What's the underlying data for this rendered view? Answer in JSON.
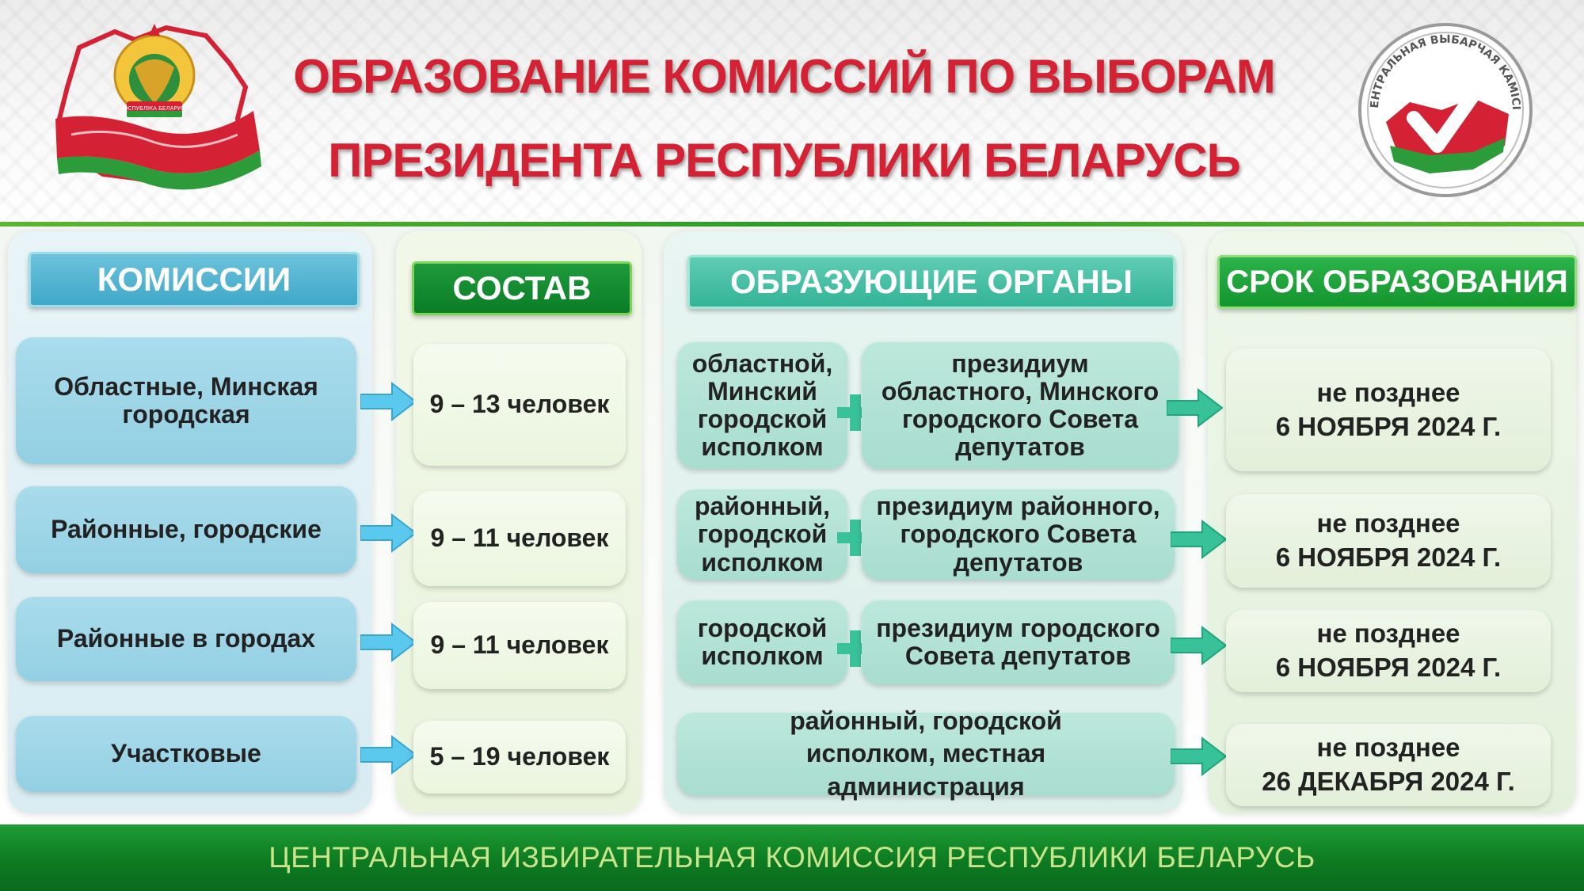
{
  "header": {
    "title_line1": "ОБРАЗОВАНИЕ КОМИССИЙ ПО ВЫБОРАМ",
    "title_line2": "ПРЕЗИДЕНТА РЕСПУБЛИКИ БЕЛАРУСЬ",
    "emblem_text": "РЭСПУБЛІКА БЕЛАРУСЬ",
    "logo_text": "ЦЕНТРАЛЬНАЯ ВЫБАРЧАЯ КАМІСІЯ"
  },
  "columns": {
    "komissii": "КОМИССИИ",
    "sostav": "СОСТАВ",
    "organy": "ОБРАЗУЮЩИЕ ОРГАНЫ",
    "srok": "СРОК ОБРАЗОВАНИЯ"
  },
  "rows": [
    {
      "komissiya": "Областные, Минская городская",
      "sostav": "9 – 13 человек",
      "ispolkom": "областной, Минский городской исполком",
      "sovet": "президиум областного, Минского городского Совета депутатов",
      "srok_line1": "не позднее",
      "srok_line2": "6 НОЯБРЯ 2024 Г."
    },
    {
      "komissiya": "Районные, городские",
      "sostav": "9 – 11 человек",
      "ispolkom": "районный, городской исполком",
      "sovet": "президиум районного, городского Совета депутатов",
      "srok_line1": "не позднее",
      "srok_line2": "6 НОЯБРЯ 2024 Г."
    },
    {
      "komissiya": "Районные в городах",
      "sostav": "9 – 11 человек",
      "ispolkom": "городской исполком",
      "sovet": "президиум городского Совета депутатов",
      "srok_line1": "не позднее",
      "srok_line2": "6 НОЯБРЯ 2024 Г."
    },
    {
      "komissiya": "Участковые",
      "sostav": "5 – 19 человек",
      "organ": "районный, городской исполком, местная администрация",
      "srok_line1": "не позднее",
      "srok_line2": "26 ДЕКАБРЯ 2024 Г."
    }
  ],
  "footer": {
    "text": "ЦЕНТРАЛЬНАЯ ИЗБИРАТЕЛЬНАЯ КОМИССИЯ РЕСПУБЛИКИ БЕЛАРУСЬ"
  },
  "colors": {
    "title_red": "#d42133",
    "header_green": "#0a7d26",
    "header_blue": "#3fa7c8",
    "header_teal": "#33b397",
    "arrow_blue": "#5bc8ee",
    "arrow_teal": "#37c29a",
    "footer_green": "#0d7b22",
    "footer_text": "#c9e48a"
  },
  "icons": {
    "left": "state-emblem-belarus-icon",
    "right": "central-election-commission-logo-icon",
    "arrow": "arrow-right-icon",
    "plus": "plus-icon"
  }
}
